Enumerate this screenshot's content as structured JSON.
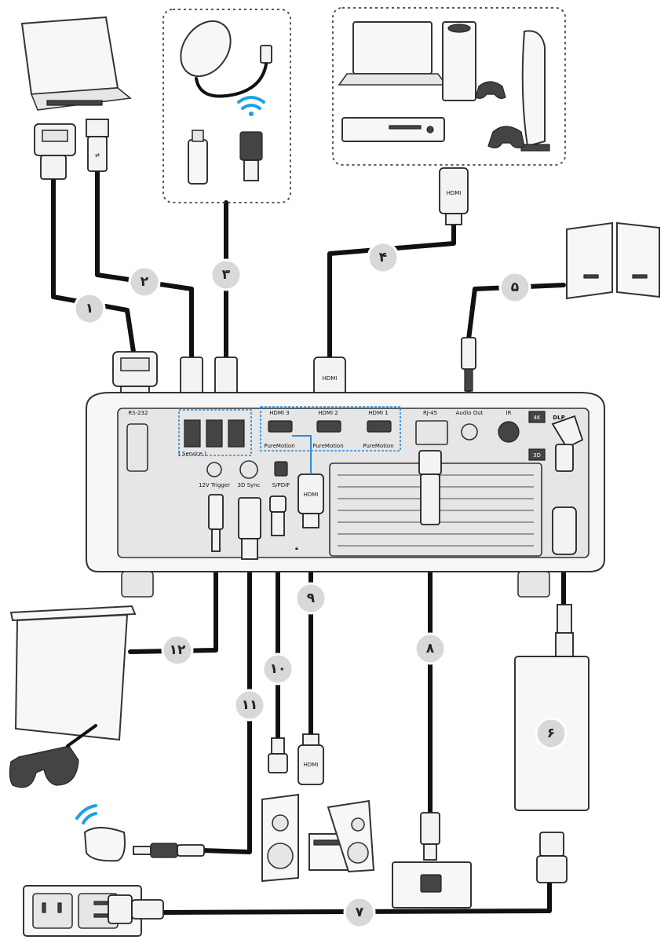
{
  "callouts": {
    "c1": "١",
    "c2": "٢",
    "c3": "٣",
    "c4": "۴",
    "c5": "۵",
    "c6": "۶",
    "c7": "٧",
    "c8": "٨",
    "c9": "٩",
    "c10": "١٠",
    "c11": "١١",
    "c12": "١٢"
  },
  "ports": {
    "rs232": "RS-232",
    "usb_service": "( Service )",
    "hdmi3": "HDMI 3",
    "hdmi2": "HDMI 2",
    "hdmi1": "HDMI 1",
    "pure_motion_3": "PureMotion",
    "pure_motion_2": "PureMotion",
    "pure_motion_1": "PureMotion",
    "rj45": "RJ-45",
    "audio_out": "Audio Out",
    "ir": "IR",
    "trigger": "12V Trigger",
    "sync_3d": "3D Sync",
    "spdif": "S/PDIF"
  },
  "badges": {
    "k4": "4K",
    "dlp": "DLP",
    "d3": "3D"
  },
  "plug_marks": {
    "hdmi_top": "HDMI",
    "hdmi_projector": "HDMI",
    "hdmi_mid": "HDMI",
    "hdmi_bottom": "HDMI"
  },
  "colors": {
    "accent_blue": "#2a8ad6",
    "wifi_blue": "#1ea0e6",
    "callout_fill": "#d8d8d8",
    "cable": "#111111"
  }
}
